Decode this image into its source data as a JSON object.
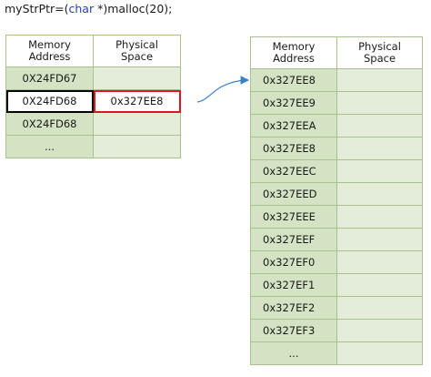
{
  "code_line": {
    "prefix": "myStrPtr=(",
    "keyword": "char",
    "suffix": " *)malloc(20);"
  },
  "left_table": {
    "headers": [
      "Memory\nAddress",
      "Physical\nSpace"
    ],
    "rows": [
      {
        "address": "0X24FD67",
        "space": ""
      },
      {
        "address": "0X24FD68",
        "space": "0x327EE8"
      },
      {
        "address": "0X24FD68",
        "space": ""
      },
      {
        "address": "...",
        "space": ""
      }
    ]
  },
  "right_table": {
    "headers": [
      "Memory\nAddress",
      "Physical\nSpace"
    ],
    "rows": [
      {
        "address": "0x327EE8",
        "space": ""
      },
      {
        "address": "0x327EE9",
        "space": ""
      },
      {
        "address": "0x327EEA",
        "space": ""
      },
      {
        "address": "0x327EE8",
        "space": ""
      },
      {
        "address": "0x327EEC",
        "space": ""
      },
      {
        "address": "0x327EED",
        "space": ""
      },
      {
        "address": "0x327EEE",
        "space": ""
      },
      {
        "address": "0x327EEF",
        "space": ""
      },
      {
        "address": "0x327EF0",
        "space": ""
      },
      {
        "address": "0x327EF1",
        "space": ""
      },
      {
        "address": "0x327EF2",
        "space": ""
      },
      {
        "address": "0x327EF3",
        "space": ""
      },
      {
        "address": "...",
        "space": ""
      }
    ]
  },
  "colors": {
    "cell_border": "#a7c28c",
    "address_fill": "#d4e3c3",
    "space_fill": "#e4edd9",
    "pointer_highlight": "#e0141e",
    "variable_highlight": "#000000",
    "arrow": "#3b7fc4",
    "keyword": "#1f3fbf"
  }
}
